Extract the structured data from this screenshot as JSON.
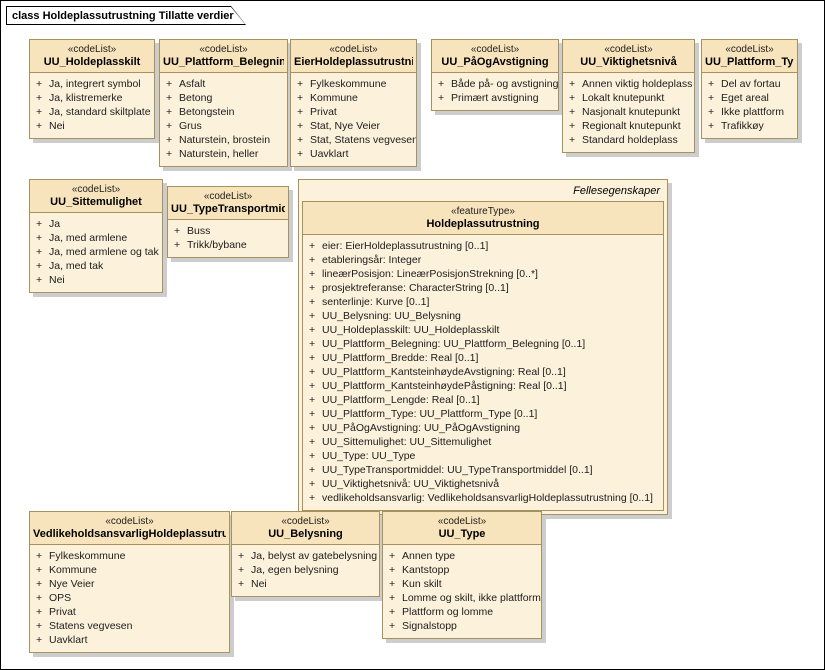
{
  "title": "class Holdeplassutrustning Tillatte verdier",
  "colors": {
    "box_body": "#FCF1DB",
    "box_header": "#F8E4BC",
    "border": "#A6925F",
    "shadow": "#CDCDCD",
    "frame_border": "#000000"
  },
  "feature_box": {
    "package_label": "Fellesegenskaper",
    "stereotype": "«featureType»",
    "name": "Holdeplassutrustning",
    "attributes": [
      "eier: EierHoldeplassutrustning [0..1]",
      "etableringsår: Integer",
      "lineærPosisjon: LineærPosisjonStrekning [0..*]",
      "prosjektreferanse: CharacterString [0..1]",
      "senterlinje: Kurve [0..1]",
      "UU_Belysning: UU_Belysning",
      "UU_Holdeplasskilt: UU_Holdeplasskilt",
      "UU_Plattform_Belegning: UU_Plattform_Belegning [0..1]",
      "UU_Plattform_Bredde: Real [0..1]",
      "UU_Plattform_KantsteinhøydeAvstigning: Real [0..1]",
      "UU_Plattform_KantsteinhøydePåstigning: Real [0..1]",
      "UU_Plattform_Lengde: Real [0..1]",
      "UU_Plattform_Type: UU_Plattform_Type [0..1]",
      "UU_PåOgAvstigning: UU_PåOgAvstigning",
      "UU_Sittemulighet: UU_Sittemulighet",
      "UU_Type: UU_Type",
      "UU_TypeTransportmiddel: UU_TypeTransportmiddel [0..1]",
      "UU_Viktighetsnivå: UU_Viktighetsnivå",
      "vedlikeholdsansvarlig: VedlikeholdsansvarligHoldeplassutrustning [0..1]"
    ]
  },
  "code_lists": [
    {
      "stereotype": "«codeList»",
      "name": "UU_Holdeplasskilt",
      "items": [
        "Ja, integrert symbol",
        "Ja, klistremerke",
        "Ja, standard skiltplate",
        "Nei"
      ]
    },
    {
      "stereotype": "«codeList»",
      "name": "UU_Plattform_Belegning",
      "items": [
        "Asfalt",
        "Betong",
        "Betongstein",
        "Grus",
        "Naturstein, brostein",
        "Naturstein, heller"
      ]
    },
    {
      "stereotype": "«codeList»",
      "name": "EierHoldeplassutrustning",
      "items": [
        "Fylkeskommune",
        "Kommune",
        "Privat",
        "Stat, Nye Veier",
        "Stat, Statens vegvesen",
        "Uavklart"
      ]
    },
    {
      "stereotype": "«codeList»",
      "name": "UU_PåOgAvstigning",
      "items": [
        "Både på- og avstigning",
        "Primært avstigning"
      ]
    },
    {
      "stereotype": "«codeList»",
      "name": "UU_Viktighetsnivå",
      "items": [
        "Annen viktig holdeplass",
        "Lokalt knutepunkt",
        "Nasjonalt knutepunkt",
        "Regionalt knutepunkt",
        "Standard holdeplass"
      ]
    },
    {
      "stereotype": "«codeList»",
      "name": "UU_Plattform_Type",
      "items": [
        "Del av fortau",
        "Eget areal",
        "Ikke plattform",
        "Trafikkøy"
      ]
    },
    {
      "stereotype": "«codeList»",
      "name": "UU_Sittemulighet",
      "items": [
        "Ja",
        "Ja, med armlene",
        "Ja, med armlene og tak",
        "Ja, med tak",
        "Nei"
      ]
    },
    {
      "stereotype": "«codeList»",
      "name": "UU_TypeTransportmiddel",
      "items": [
        "Buss",
        "Trikk/bybane"
      ]
    },
    {
      "stereotype": "«codeList»",
      "name": "VedlikeholdsansvarligHoldeplassutrustning",
      "items": [
        "Fylkeskommune",
        "Kommune",
        "Nye Veier",
        "OPS",
        "Privat",
        "Statens vegvesen",
        "Uavklart"
      ]
    },
    {
      "stereotype": "«codeList»",
      "name": "UU_Belysning",
      "items": [
        "Ja, belyst av gatebelysning",
        "Ja, egen belysning",
        "Nei"
      ]
    },
    {
      "stereotype": "«codeList»",
      "name": "UU_Type",
      "items": [
        "Annen type",
        "Kantstopp",
        "Kun skilt",
        "Lomme og skilt, ikke plattform",
        "Plattform og lomme",
        "Signalstopp"
      ]
    }
  ]
}
